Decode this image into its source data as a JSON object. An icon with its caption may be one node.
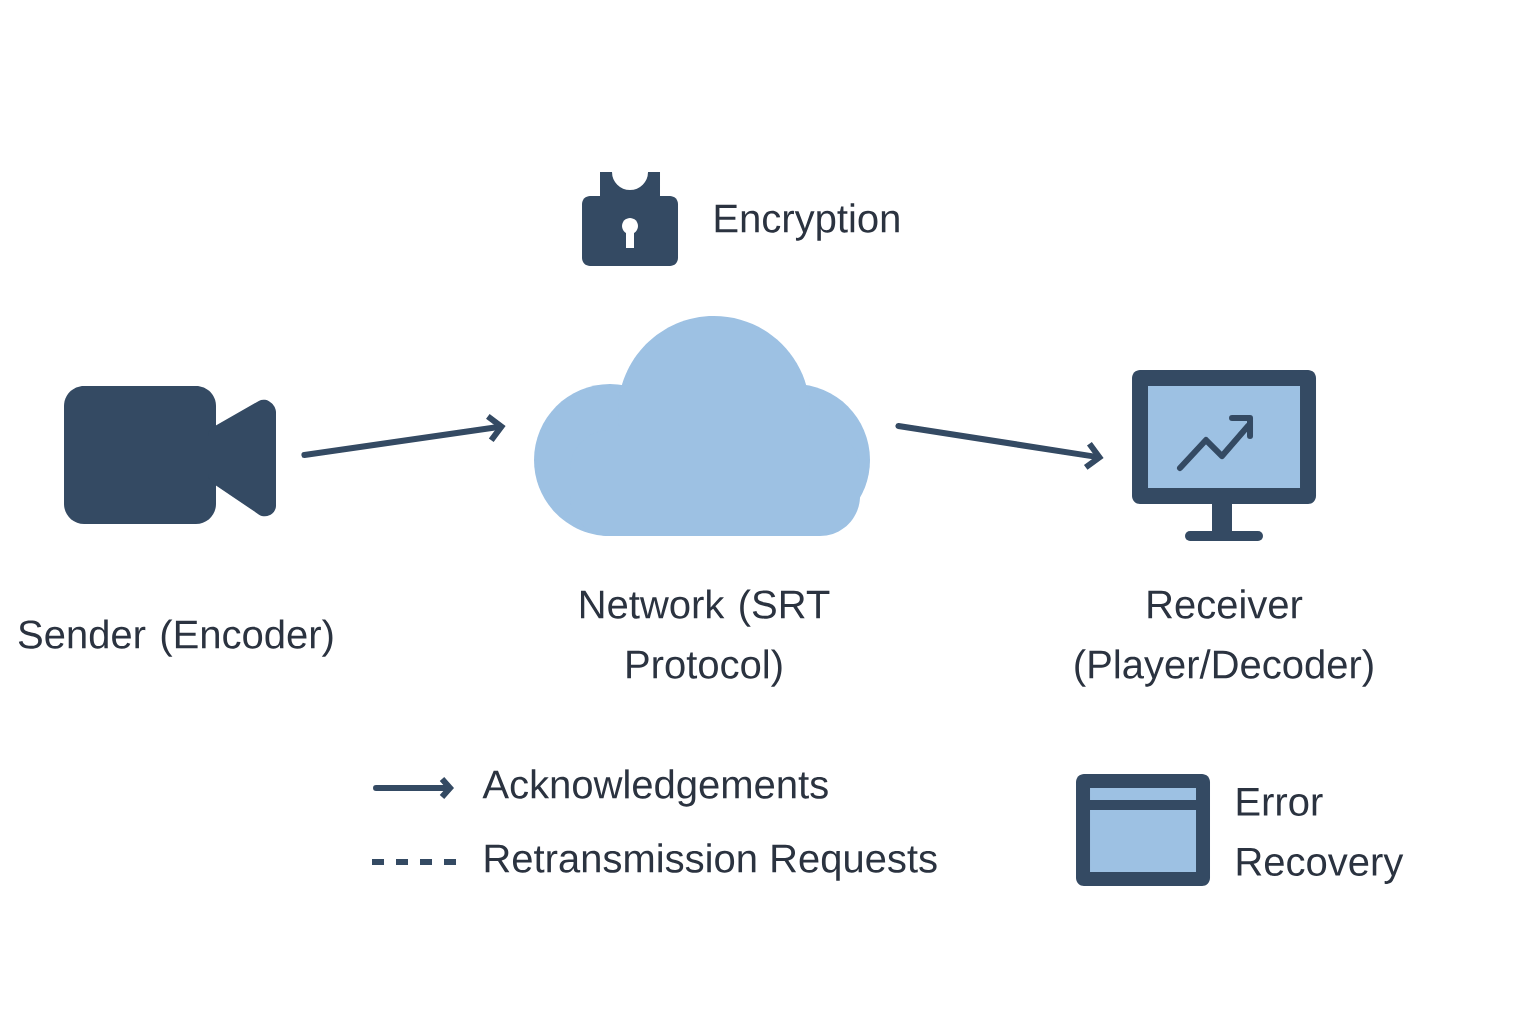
{
  "diagram": {
    "nodes": [
      {
        "text": [],
        "shape": "camera",
        "beside": [
          "Sender (Encoder)"
        ]
      },
      {
        "text": [],
        "shape": "cloud",
        "beside": [
          "Network (SRT Protocol)"
        ]
      },
      {
        "text": [],
        "shape": "monitor",
        "beside": [
          "Receiver (Player/Decoder)"
        ]
      }
    ],
    "edges": [
      {
        "from": 0,
        "to": 1,
        "arrow": "to"
      },
      {
        "from": 1,
        "to": 2,
        "arrow": "to"
      }
    ],
    "labels": [
      "Encryption"
    ],
    "legend": [
      {
        "text": "Acknowledgements"
      },
      {
        "text": "Retransmission Requests"
      },
      {
        "text": "Error Recovery"
      }
    ]
  }
}
